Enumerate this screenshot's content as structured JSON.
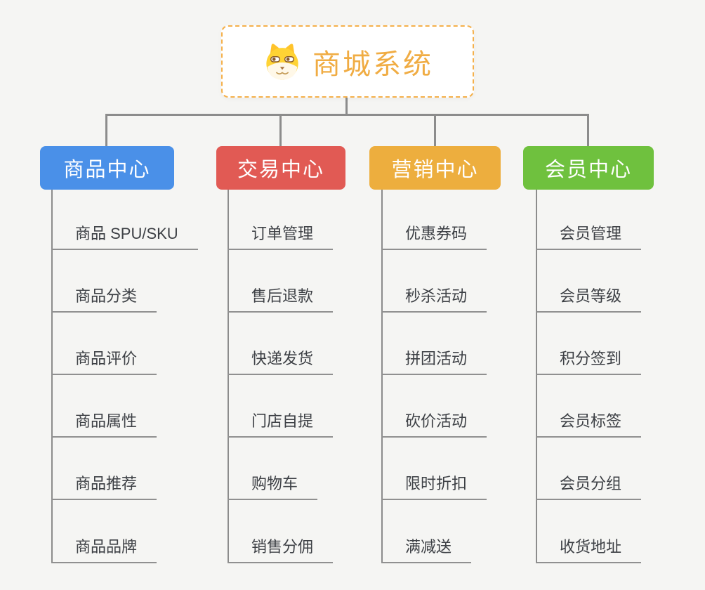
{
  "canvas": {
    "background": "#f5f5f3"
  },
  "root": {
    "title": "商城系统",
    "icon": "dog-face-icon",
    "text_color": "#F0AC43",
    "border_color": "#F5B04A",
    "fill": "#ffffff"
  },
  "connector_color": "#8c8c8c",
  "leaf_line_color": "#909090",
  "leaf_text_color": "#3d4045",
  "branches": [
    {
      "label": "商品中心",
      "color": "#4A90E8",
      "children": [
        "商品 SPU/SKU",
        "商品分类",
        "商品评价",
        "商品属性",
        "商品推荐",
        "商品品牌"
      ]
    },
    {
      "label": "交易中心",
      "color": "#E15A54",
      "children": [
        "订单管理",
        "售后退款",
        "快递发货",
        "门店自提",
        "购物车",
        "销售分佣"
      ]
    },
    {
      "label": "营销中心",
      "color": "#EDAE3E",
      "children": [
        "优惠券码",
        "秒杀活动",
        "拼团活动",
        "砍价活动",
        "限时折扣",
        "满减送"
      ]
    },
    {
      "label": "会员中心",
      "color": "#6FC13E",
      "children": [
        "会员管理",
        "会员等级",
        "积分签到",
        "会员标签",
        "会员分组",
        "收货地址"
      ]
    }
  ]
}
